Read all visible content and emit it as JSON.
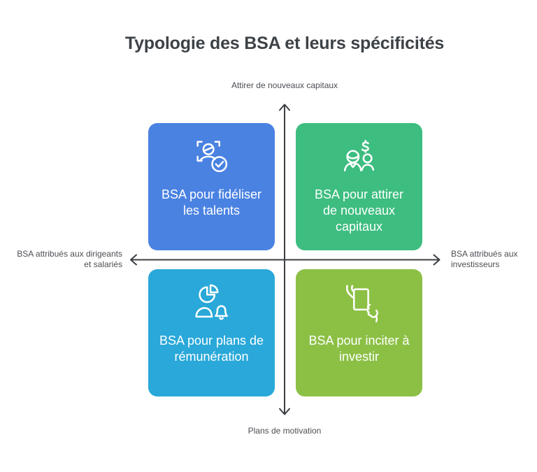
{
  "title": "Typologie des BSA et leurs spécificités",
  "axes": {
    "top": "Attirer de nouveaux capitaux",
    "bottom": "Plans de motivation",
    "left": "BSA attribués aux dirigeants\net salariés",
    "right": "BSA attribués aux\ninvestisseurs"
  },
  "quadrants": [
    {
      "id": "top-left",
      "label": "BSA pour fidéliser\nles talents",
      "color": "#4a82e2",
      "icon": "user-focus-check-icon"
    },
    {
      "id": "top-right",
      "label": "BSA pour attirer\nde nouveaux\ncapitaux",
      "color": "#3dbd80",
      "icon": "investors-dollar-icon"
    },
    {
      "id": "bottom-left",
      "label": "BSA pour plans de\nrémunération",
      "color": "#29a8d9",
      "icon": "person-pie-bell-icon"
    },
    {
      "id": "bottom-right",
      "label": "BSA pour inciter à\ninvestir",
      "color": "#8cc045",
      "icon": "hands-document-icon"
    }
  ],
  "colors": {
    "background": "#ffffff",
    "title_text": "#3d4247",
    "axis_line": "#3c3f42",
    "axis_label_text": "#4b4e53",
    "quadrant_text": "#ffffff"
  }
}
